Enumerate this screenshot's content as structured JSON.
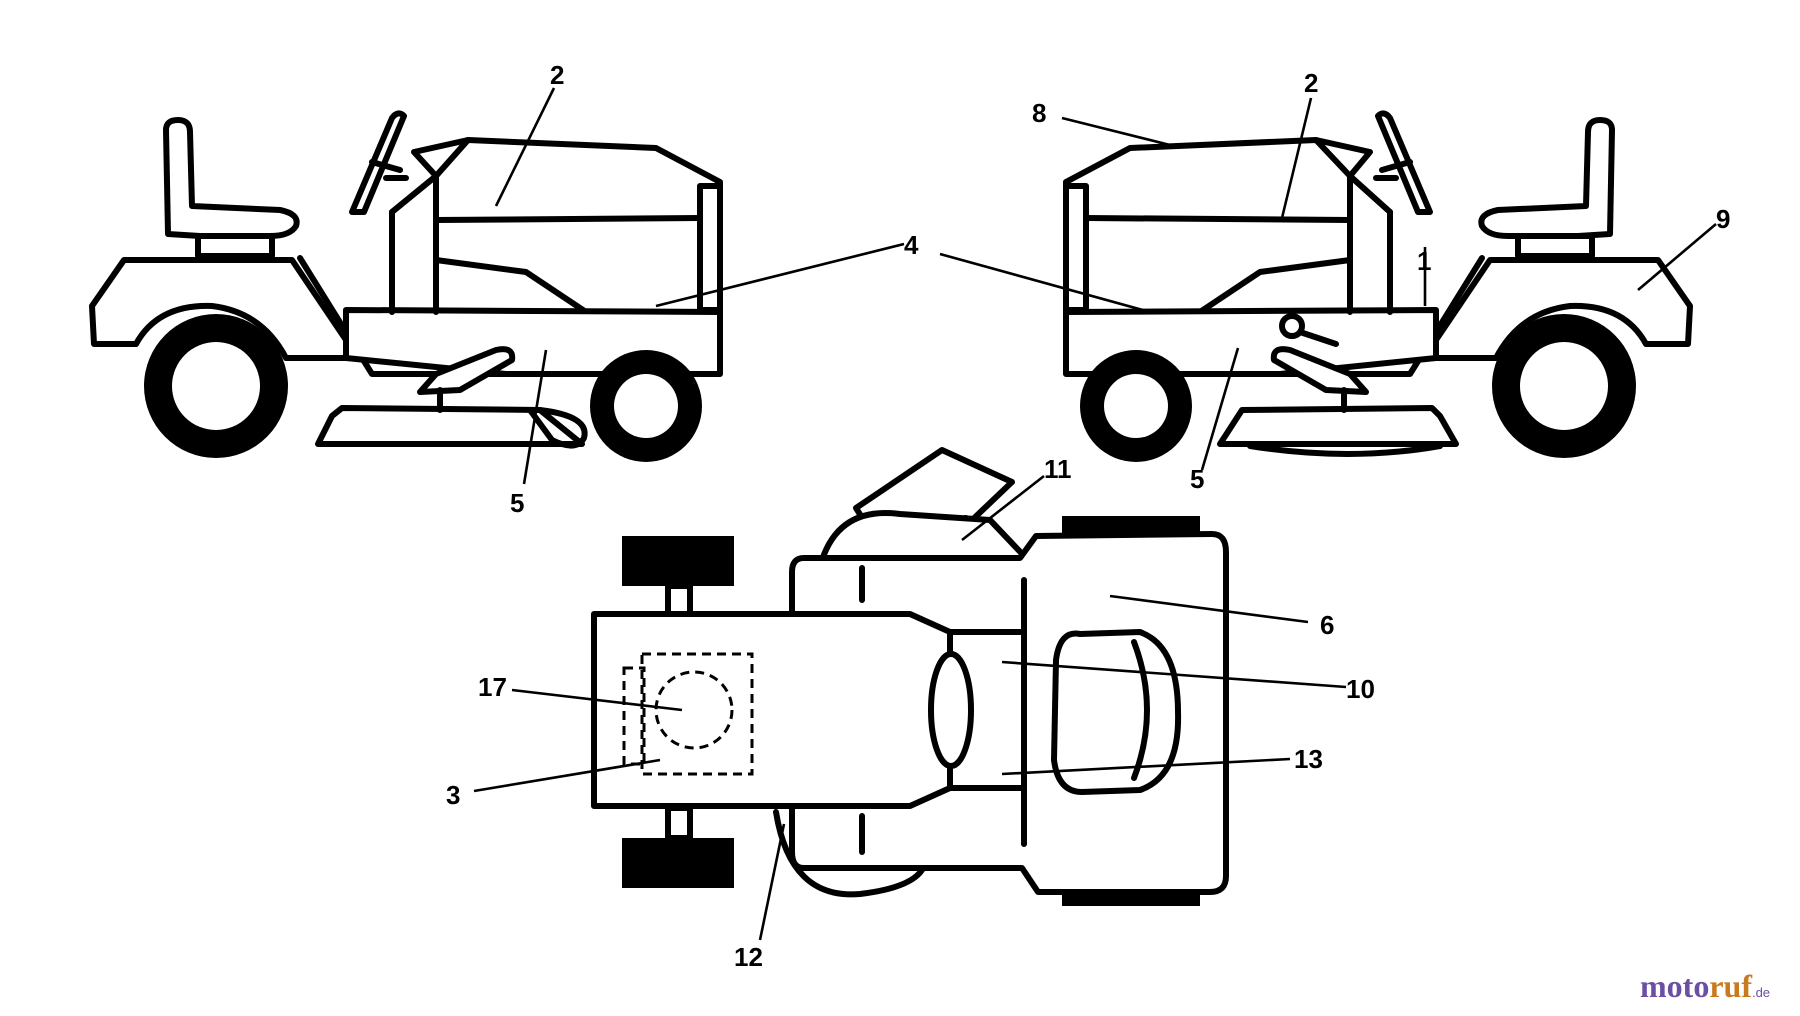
{
  "callouts": {
    "c1": "1",
    "c2_left": "2",
    "c2_right": "2",
    "c3": "3",
    "c4": "4",
    "c5_left": "5",
    "c5_right": "5",
    "c6": "6",
    "c8": "8",
    "c9": "9",
    "c10": "10",
    "c11": "11",
    "c12": "12",
    "c13": "13",
    "c17": "17"
  },
  "watermark": {
    "part1": "moto",
    "part2": "ruf",
    "part3": ".de"
  }
}
